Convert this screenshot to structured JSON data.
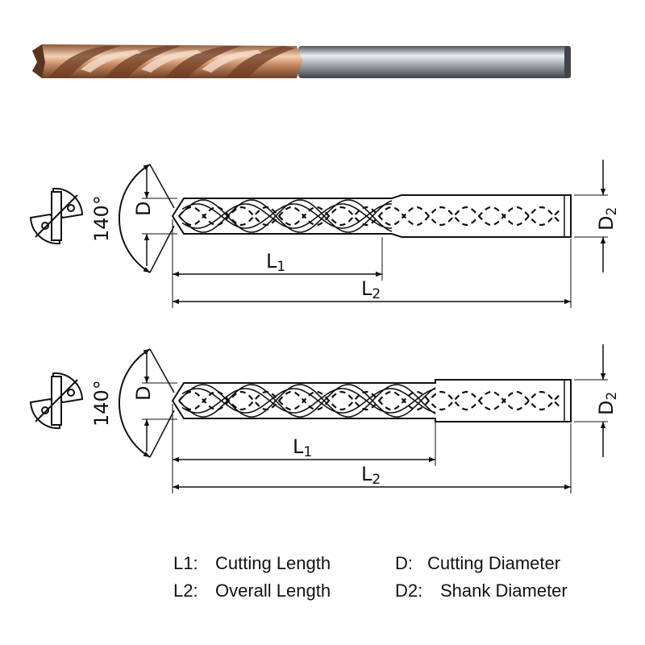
{
  "photo": {
    "coating_colors": [
      "#7a4a2e",
      "#d6a07a",
      "#f1cfb4"
    ],
    "shank_color": "#7f858c"
  },
  "drawings": [
    {
      "angle_label": "140°",
      "d_label": "D",
      "l1": {
        "main": "L",
        "sub": "1"
      },
      "l2": {
        "main": "L",
        "sub": "2"
      },
      "d2": {
        "main": "D",
        "sub": "2"
      }
    },
    {
      "angle_label": "140°",
      "d_label": "D",
      "l1": {
        "main": "L",
        "sub": "1"
      },
      "l2": {
        "main": "L",
        "sub": "2"
      },
      "d2": {
        "main": "D",
        "sub": "2"
      }
    }
  ],
  "legend": {
    "l1": {
      "key": "L1:",
      "text": "Cutting Length"
    },
    "l2": {
      "key": "L2:",
      "text": "Overall Length"
    },
    "d": {
      "key": "D:",
      "text": "Cutting Diameter"
    },
    "d2": {
      "key": "D2:",
      "text": "Shank Diameter"
    }
  }
}
